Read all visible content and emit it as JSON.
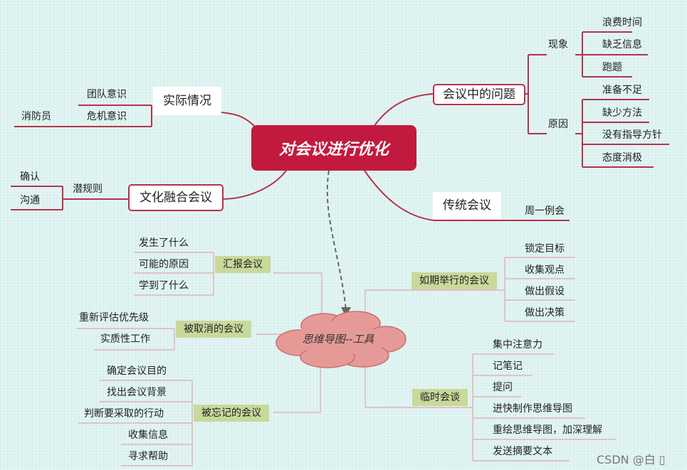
{
  "center": "对会议进行优化",
  "tool": "思维导图--工具",
  "watermark": "CSDN @白 ▯",
  "problems": {
    "title": "会议中的问题",
    "phenomenon": {
      "label": "现象",
      "items": [
        "浪费时间",
        "缺乏信息",
        "跑题"
      ]
    },
    "reason": {
      "label": "原因",
      "items": [
        "准备不足",
        "缺少方法",
        "没有指导方针",
        "态度消极"
      ]
    }
  },
  "actual": {
    "title": "实际情况",
    "items": [
      "团队意识",
      "危机意识"
    ],
    "sub": "消防员"
  },
  "culture": {
    "title": "文化融合会议",
    "rule": "潜规则",
    "items": [
      "确认",
      "沟通"
    ]
  },
  "traditional": {
    "title": "传统会议",
    "item": "周一例会"
  },
  "report": {
    "title": "汇报会议",
    "items": [
      "发生了什么",
      "可能的原因",
      "学到了什么"
    ]
  },
  "cancelled": {
    "title": "被取消的会议",
    "items": [
      "重新评估优先级",
      "实质性工作"
    ]
  },
  "forgotten": {
    "title": "被忘记的会议",
    "items": [
      "确定会议目的",
      "找出会议背景",
      "判断要采取的行动",
      "收集信息",
      "寻求帮助"
    ]
  },
  "scheduled": {
    "title": "如期举行的会议",
    "items": [
      "锁定目标",
      "收集观点",
      "做出假设",
      "做出决策"
    ]
  },
  "temporary": {
    "title": "临时会谈",
    "items": [
      "集中注意力",
      "记笔记",
      "提问",
      "进快制作思维导图",
      "重绘思维导图，加深理解",
      "发送摘要文本"
    ]
  },
  "colors": {
    "accent": "#c21a3e",
    "line": "#b5334b",
    "thin": "#e3a6aa",
    "cloud": "#e69a98",
    "green": "#c8d99a"
  }
}
